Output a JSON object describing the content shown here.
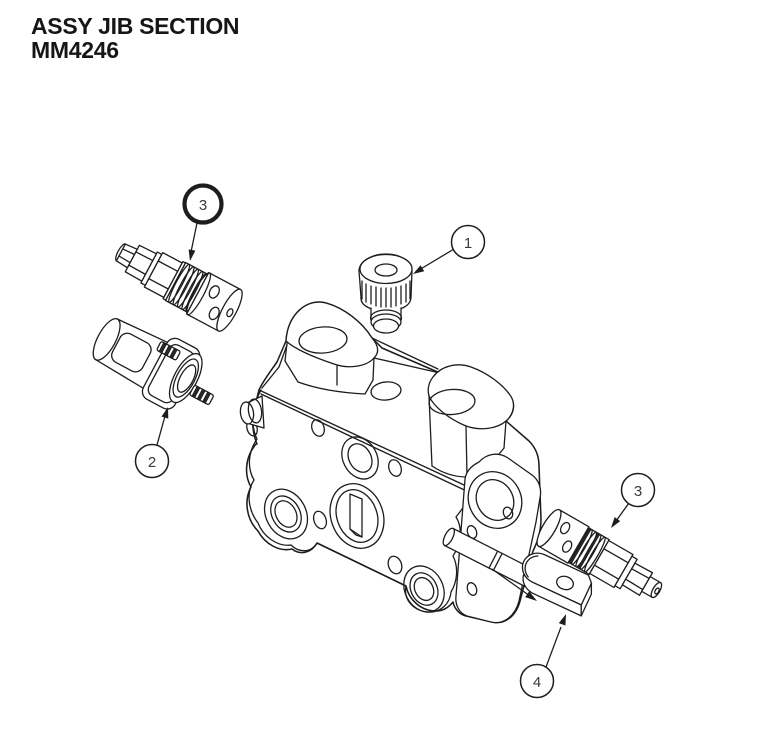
{
  "title": {
    "line1": "ASSY JIB SECTION",
    "line2": "MM4246"
  },
  "colors": {
    "ink": "#1d1d1d",
    "highlight_red": "#dd2327",
    "background": "#ffffff"
  },
  "callouts": [
    {
      "label": "3",
      "highlighted": true
    },
    {
      "label": "1",
      "highlighted": false
    },
    {
      "label": "2",
      "highlighted": false
    },
    {
      "label": "3",
      "highlighted": false
    },
    {
      "label": "4",
      "highlighted": false
    }
  ]
}
